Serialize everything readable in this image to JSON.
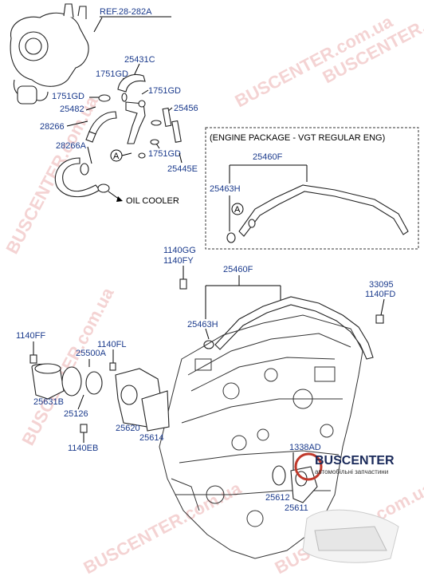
{
  "diagram": {
    "ref": "REF.28-282A",
    "engine_package": "(ENGINE PACKAGE - VGT REGULAR ENG)",
    "oil_cooler": "OIL COOLER",
    "callout_a": "A",
    "parts": {
      "p25431C": "25431C",
      "p1751GD_a": "1751GD",
      "p1751GD_b": "1751GD",
      "p1751GD_c": "1751GD",
      "p1751GD_d": "1751GD",
      "p25482": "25482",
      "p25456": "25456",
      "p28266": "28266",
      "p28266A": "28266A",
      "p25445E": "25445E",
      "p25460F_top": "25460F",
      "p25463H_top": "25463H",
      "p1140GG": "1140GG",
      "p1140FY": "1140FY",
      "p25460F": "25460F",
      "p33095": "33095",
      "p1140FD": "1140FD",
      "p25463H": "25463H",
      "p1140FF": "1140FF",
      "p1140FL": "1140FL",
      "p25500A": "25500A",
      "p25631B": "25631B",
      "p25126": "25126",
      "p25620": "25620",
      "p25614": "25614",
      "p1140EB": "1140EB",
      "p1338AD": "1338AD",
      "p25612": "25612",
      "p25611": "25611"
    }
  },
  "watermark": {
    "text": "BUSCENTER.com.ua",
    "logo_name": "BUSCENTER",
    "logo_sub": "автомобільні запчастини"
  }
}
